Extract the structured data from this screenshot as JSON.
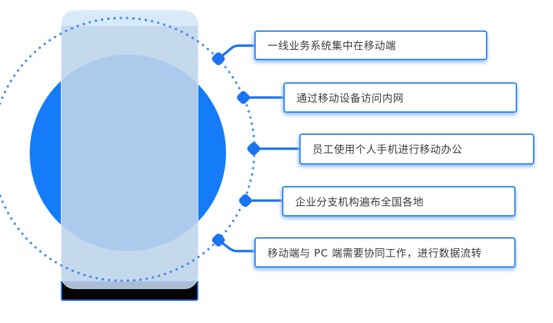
{
  "diagram": {
    "title": "mobile-office pain points diagram",
    "callouts": [
      {
        "label": "一线业务系统集中在移动端"
      },
      {
        "label": "通过移动设备访问内网"
      },
      {
        "label": "员工使用个人手机进行移动办公"
      },
      {
        "label": "企业分支机构遍布全国各地"
      },
      {
        "label": "移动端与 PC 端需要协同工作，进行数据流转"
      }
    ],
    "colors": {
      "accent_blue": "#1b74f2",
      "circle_blue": "#147cf8",
      "ring_blue": "#2c7de5",
      "box_border_blue": "#3187f7",
      "box_text": "#3c3c3c",
      "phone_body": "rgba(190,212,235,0.89)",
      "phone_top_band": "rgba(213,233,250,0.93)",
      "shadow_bar": "#050505"
    }
  }
}
